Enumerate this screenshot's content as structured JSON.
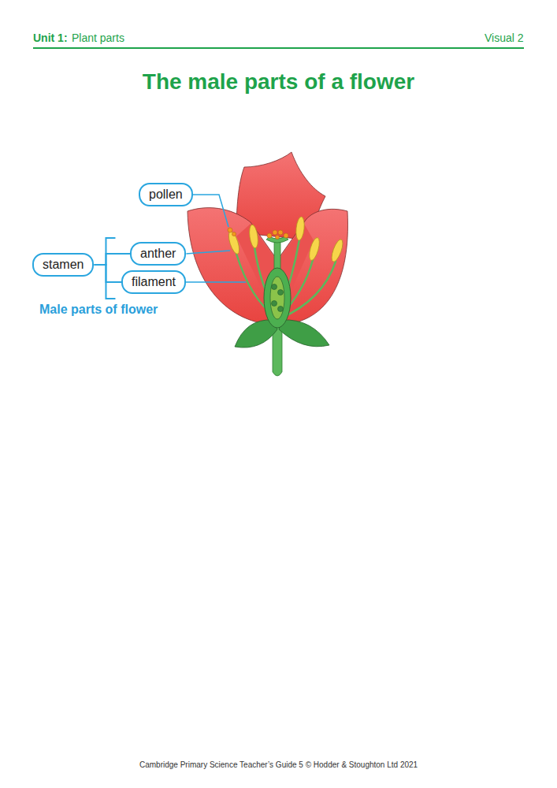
{
  "diagram": {
    "title": "The male parts of a flower",
    "nodes": [
      {
        "text": [
          "pollen"
        ]
      },
      {
        "text": [
          "anther"
        ]
      },
      {
        "text": [
          "stamen"
        ]
      },
      {
        "text": [
          "filament"
        ]
      }
    ],
    "edges": [
      {
        "from": 2,
        "to": 1,
        "arrow": "none"
      },
      {
        "from": 2,
        "to": 3,
        "arrow": "none"
      }
    ],
    "labels": [
      "Unit 1:",
      "Plant parts",
      "Visual 2",
      "Male parts of flower",
      "Cambridge Primary Science Teacher’s Guide 5 © Hodder & Stoughton Ltd 2021"
    ]
  }
}
